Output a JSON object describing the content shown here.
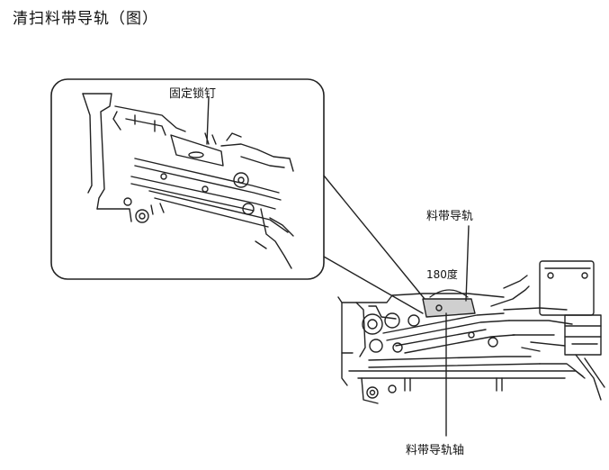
{
  "title": "清扫料带导轨（图）",
  "labels": {
    "fixing_pin": "固定锁钉",
    "tape_guide": "料带导轨",
    "rotation_angle": "180度",
    "tape_guide_shaft": "料带导轨轴"
  },
  "colors": {
    "line": "#222222",
    "highlight": "#cfcfcf",
    "background": "#ffffff"
  }
}
